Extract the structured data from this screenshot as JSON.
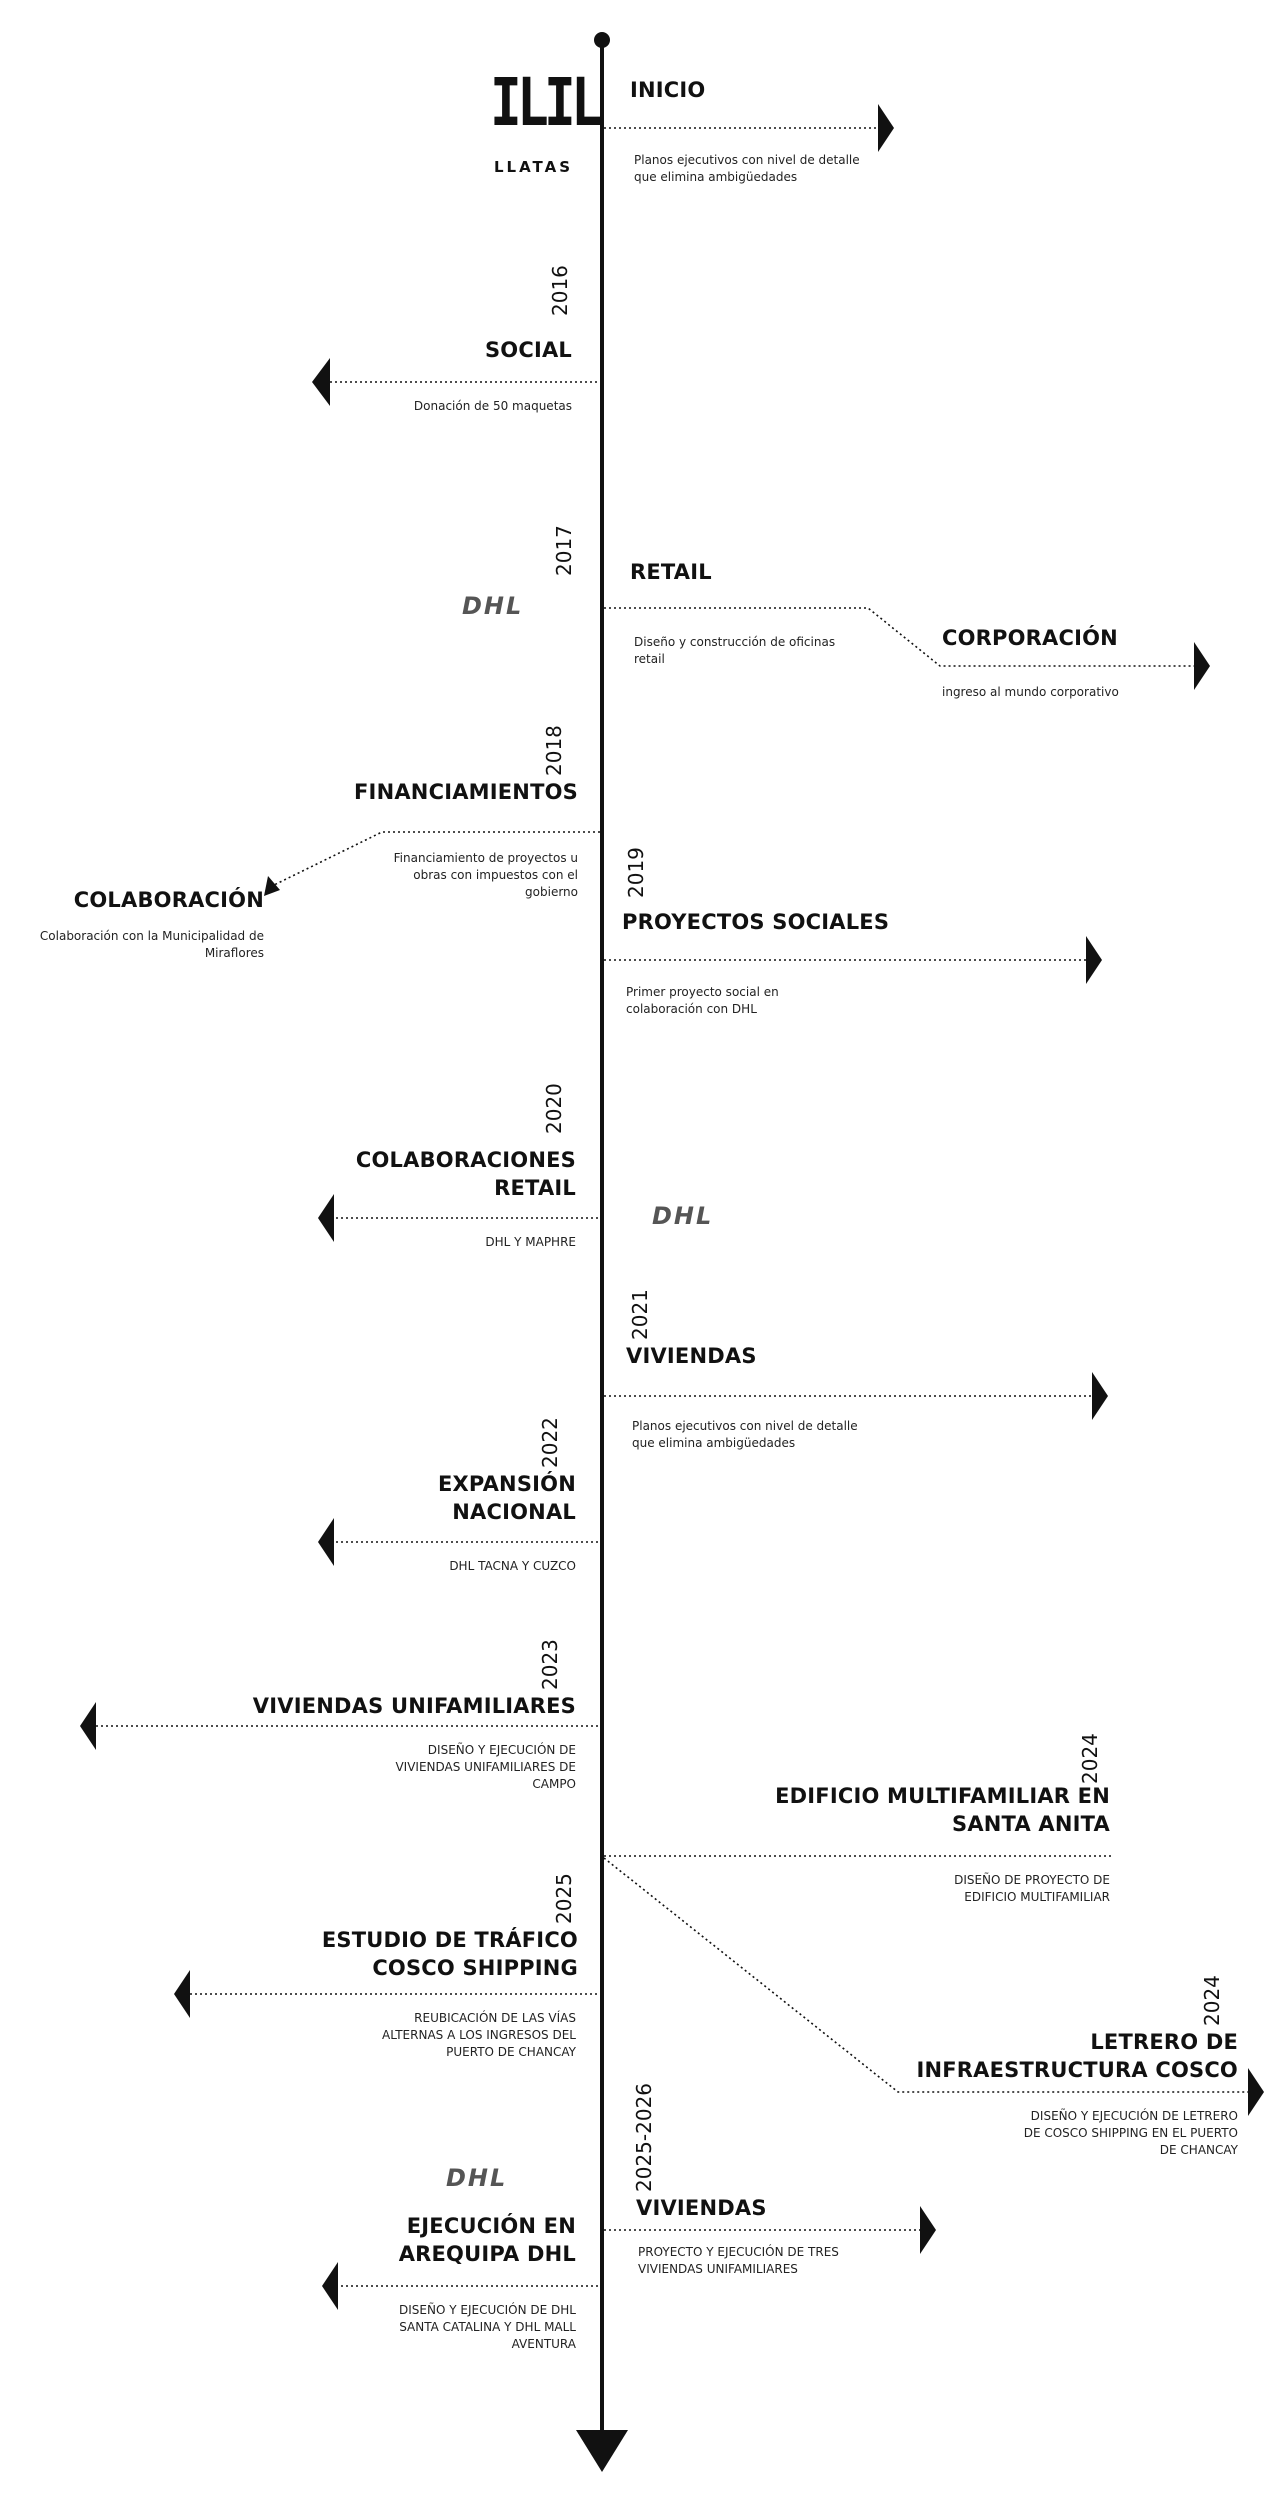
{
  "brand": {
    "mark": "ILIL",
    "name": "LLATAS",
    "dhl_mark": "DHL"
  },
  "events": [
    {
      "id": "inicio",
      "title": "INICIO",
      "desc": "Planos ejecutivos con nivel de detalle que elimina ambigüedades"
    },
    {
      "id": "social",
      "year": "2016",
      "title": "SOCIAL",
      "desc": "Donación de 50 maquetas"
    },
    {
      "id": "retail",
      "year": "2017",
      "title": "RETAIL",
      "desc": "Diseño y construcción de oficinas retail"
    },
    {
      "id": "corporacion",
      "title": "CORPORACIÓN",
      "desc": "ingreso al mundo corporativo"
    },
    {
      "id": "financiamientos",
      "year": "2018",
      "title": "FINANCIAMIENTOS",
      "desc": "Financiamiento de proyectos u obras con impuestos con el gobierno"
    },
    {
      "id": "colaboracion",
      "title": "COLABORACIÓN",
      "desc": "Colaboración con la Municipalidad de Miraflores"
    },
    {
      "id": "proyectos-sociales",
      "year": "2019",
      "title": "PROYECTOS SOCIALES",
      "desc": "Primer proyecto social en colaboración con DHL"
    },
    {
      "id": "colaboraciones-retail",
      "year": "2020",
      "title": "COLABORACIONES RETAIL",
      "desc": "DHL Y MAPHRE"
    },
    {
      "id": "viviendas-2021",
      "year": "2021",
      "title": "VIVIENDAS",
      "desc": "Planos ejecutivos con nivel de detalle que elimina ambigüedades"
    },
    {
      "id": "expansion",
      "year": "2022",
      "title": "EXPANSIÓN NACIONAL",
      "desc": "DHL TACNA Y CUZCO"
    },
    {
      "id": "unifamiliares",
      "year": "2023",
      "title": "VIVIENDAS UNIFAMILIARES",
      "desc": "DISEÑO Y EJECUCIÓN DE VIVIENDAS UNIFAMILIARES DE CAMPO"
    },
    {
      "id": "multifamiliar",
      "year": "2024",
      "title": "EDIFICIO MULTIFAMILIAR EN SANTA ANITA",
      "desc": "DISEÑO DE PROYECTO DE EDIFICIO MULTIFAMILIAR"
    },
    {
      "id": "cosco-trafico",
      "year": "2025",
      "title": "ESTUDIO DE TRÁFICO COSCO SHIPPING",
      "desc": "REUBICACIÓN DE LAS VÍAS ALTERNAS A LOS INGRESOS DEL PUERTO DE CHANCAY"
    },
    {
      "id": "letrero",
      "year": "2024",
      "title": "LETRERO DE INFRAESTRUCTURA COSCO",
      "desc": "DISEÑO Y EJECUCIÓN DE LETRERO DE COSCO SHIPPING EN EL PUERTO DE CHANCAY"
    },
    {
      "id": "viviendas-2025",
      "year": "2025-2026",
      "title": "VIVIENDAS",
      "desc": "PROYECTO Y EJECUCIÓN DE TRES VIVIENDAS UNIFAMILIARES"
    },
    {
      "id": "arequipa",
      "title": "EJECUCIÓN EN AREQUIPA DHL",
      "desc": "DISEÑO Y EJECUCIÓN DE DHL SANTA CATALINA Y DHL MALL AVENTURA"
    }
  ]
}
